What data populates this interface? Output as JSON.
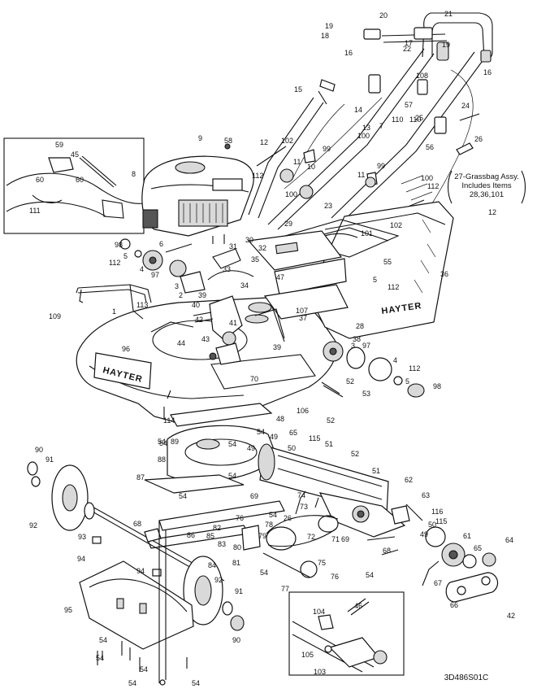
{
  "diagram": {
    "reference_code": "3D486S01C",
    "brand_marks": [
      "HAYTER",
      "HAYTER"
    ],
    "note_lines": [
      "27-Grassbag Assy.",
      "Includes Items",
      "28,36,101"
    ],
    "part_labels": [
      "1",
      "2",
      "3",
      "3",
      "4",
      "4",
      "5",
      "5",
      "5",
      "6",
      "7",
      "8",
      "9",
      "10",
      "11",
      "11",
      "12",
      "12",
      "13",
      "14",
      "15",
      "16",
      "16",
      "17",
      "18",
      "19",
      "19",
      "20",
      "21",
      "22",
      "23",
      "24",
      "25",
      "26",
      "26",
      "28",
      "29",
      "30",
      "31",
      "32",
      "33",
      "34",
      "35",
      "36",
      "37",
      "38",
      "39",
      "39",
      "40",
      "41",
      "42",
      "42",
      "43",
      "44",
      "45",
      "46",
      "47",
      "48",
      "49",
      "49",
      "49",
      "50",
      "50",
      "51",
      "51",
      "52",
      "52",
      "52",
      "53",
      "54",
      "54",
      "54",
      "54",
      "54",
      "54",
      "54",
      "54",
      "54",
      "54",
      "54",
      "54",
      "54",
      "54",
      "55",
      "56",
      "57",
      "58",
      "59",
      "60",
      "60",
      "61",
      "62",
      "63",
      "64",
      "65",
      "65",
      "66",
      "67",
      "68",
      "68",
      "69",
      "69",
      "70",
      "71",
      "72",
      "73",
      "74",
      "75",
      "76",
      "76",
      "77",
      "78",
      "79",
      "80",
      "81",
      "82",
      "83",
      "84",
      "85",
      "86",
      "87",
      "88",
      "89",
      "90",
      "90",
      "91",
      "91",
      "92",
      "92",
      "93",
      "94",
      "94",
      "95",
      "96",
      "97",
      "97",
      "98",
      "98",
      "99",
      "99",
      "100",
      "100",
      "100",
      "101",
      "102",
      "102",
      "103",
      "104",
      "105",
      "106",
      "107",
      "108",
      "109",
      "110",
      "110",
      "111",
      "112",
      "112",
      "112",
      "112",
      "112",
      "113",
      "114",
      "115",
      "115",
      "116"
    ]
  }
}
